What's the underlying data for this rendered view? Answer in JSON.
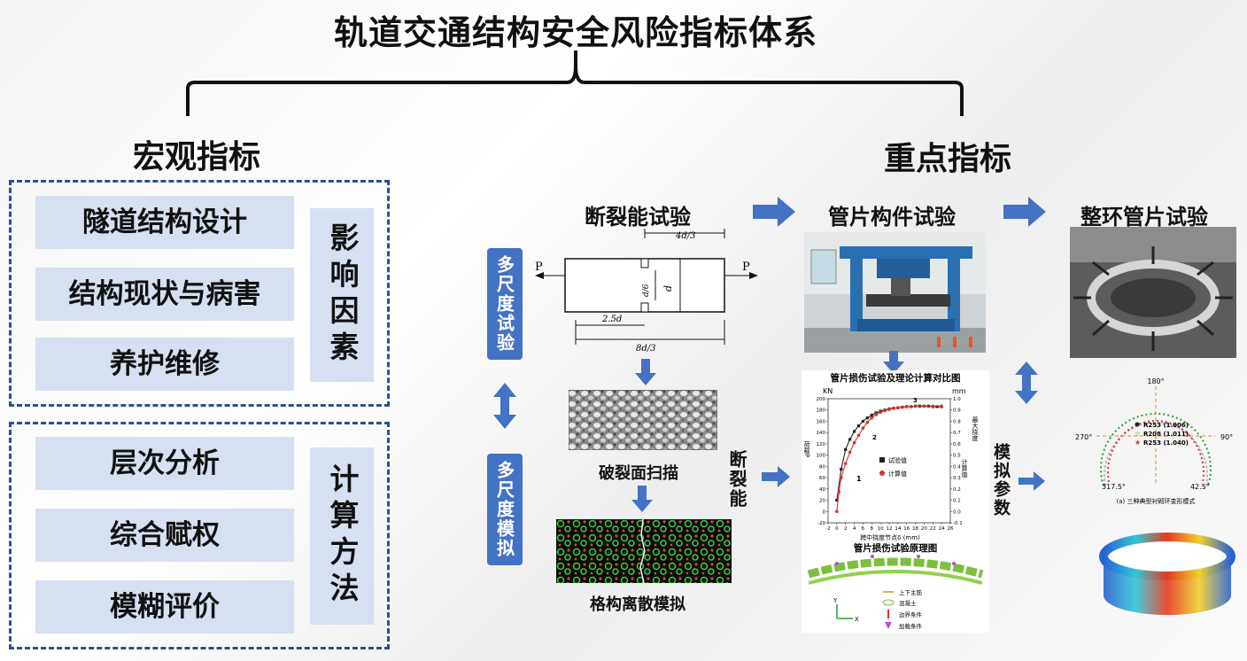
{
  "title": "轨道交通结构安全风险指标体系",
  "macro": {
    "heading": "宏观指标",
    "factors": [
      "隧道结构设计",
      "结构现状与病害",
      "养护维修"
    ],
    "factors_label": "影响因素",
    "methods": [
      "层次分析",
      "综合赋权",
      "模糊评价"
    ],
    "methods_label": "计算方法"
  },
  "key": {
    "heading": "重点指标",
    "multi_scale_test": "多尺度试验",
    "multi_scale_sim": "多尺度模拟",
    "fracture_test": "断裂能试验",
    "segment_test": "管片构件试验",
    "ring_test": "整环管片试验",
    "fracture_scan": "破裂面扫描",
    "lattice_sim": "格构离散模拟",
    "fracture_energy": "断裂能",
    "sim_params": "模拟参数",
    "specimen": {
      "top_dim": "4d/3",
      "load_left": "P",
      "load_right": "P",
      "notch": "d/6",
      "height": "d",
      "notch_offset": "2.5d",
      "length": "8d/3"
    },
    "chart": {
      "title": "管片损伤试验及理论计算对比图",
      "left_unit": "KN",
      "right_unit": "mm",
      "ylabel_left": "荷载P",
      "ylabel_right": "最大挠度",
      "legend_test": "试验值",
      "legend_calc": "计算值",
      "right_side": "计算值",
      "xlabel": "跨中挠度节点δ (mm)",
      "pt1": "1",
      "pt2": "2",
      "pt3": "3"
    },
    "schematic": {
      "title": "管片损伤试验原理图",
      "legend": [
        "上下主筋",
        "混凝土",
        "边界条件",
        "加载条件"
      ],
      "axis_y": "Y",
      "axis_x": "X"
    },
    "ring": {
      "top": "180°",
      "left": "270°",
      "right": "90°",
      "bl": "317.5°",
      "br": "42.5°",
      "legend": [
        "R253 (1.006)",
        "R208 (1.011)",
        "R253 (1.040)"
      ],
      "caption": "(a) 三种典型衬砌环变形模式"
    }
  },
  "chart_data": {
    "type": "line",
    "title": "管片损伤试验及理论计算对比图",
    "xlabel": "跨中挠度节点δ (mm)",
    "ylabel": "荷载P",
    "xlim": [
      -2,
      26
    ],
    "ylim": [
      -20,
      200
    ],
    "x_ticks": [
      -2,
      0,
      2,
      4,
      6,
      8,
      10,
      12,
      14,
      16,
      18,
      20,
      22,
      24,
      26
    ],
    "y_ticks": [
      -20,
      0,
      20,
      40,
      60,
      80,
      100,
      120,
      140,
      160,
      180,
      200
    ],
    "y2_ticks": [
      -0.1,
      0.0,
      0.1,
      0.2,
      0.3,
      0.4,
      0.5,
      0.6,
      0.7,
      0.8,
      0.9,
      1.0
    ],
    "series": [
      {
        "name": "试验值",
        "color": "#222222",
        "x": [
          0,
          1,
          2,
          3,
          4,
          5,
          6,
          7,
          8,
          9,
          10,
          11,
          12,
          13,
          14,
          15,
          16,
          17,
          18,
          19,
          20,
          21,
          22,
          23,
          24
        ],
        "y": [
          20,
          75,
          110,
          128,
          142,
          152,
          160,
          166,
          171,
          175,
          178,
          180,
          182,
          183,
          184,
          185,
          186,
          186,
          187,
          187,
          187,
          187,
          186,
          186,
          186
        ]
      },
      {
        "name": "计算值",
        "color": "#d9322b",
        "x": [
          0,
          0.5,
          1,
          2,
          3,
          4,
          5,
          6,
          7,
          8,
          9,
          10,
          11,
          12,
          13,
          14,
          15,
          16,
          17,
          18,
          20,
          22,
          24
        ],
        "y": [
          0,
          35,
          60,
          85,
          105,
          122,
          135,
          148,
          158,
          166,
          172,
          176,
          179,
          181,
          183,
          184,
          185,
          186,
          186,
          187,
          187,
          187,
          187
        ]
      }
    ],
    "grid": false,
    "legend": "center-right"
  }
}
